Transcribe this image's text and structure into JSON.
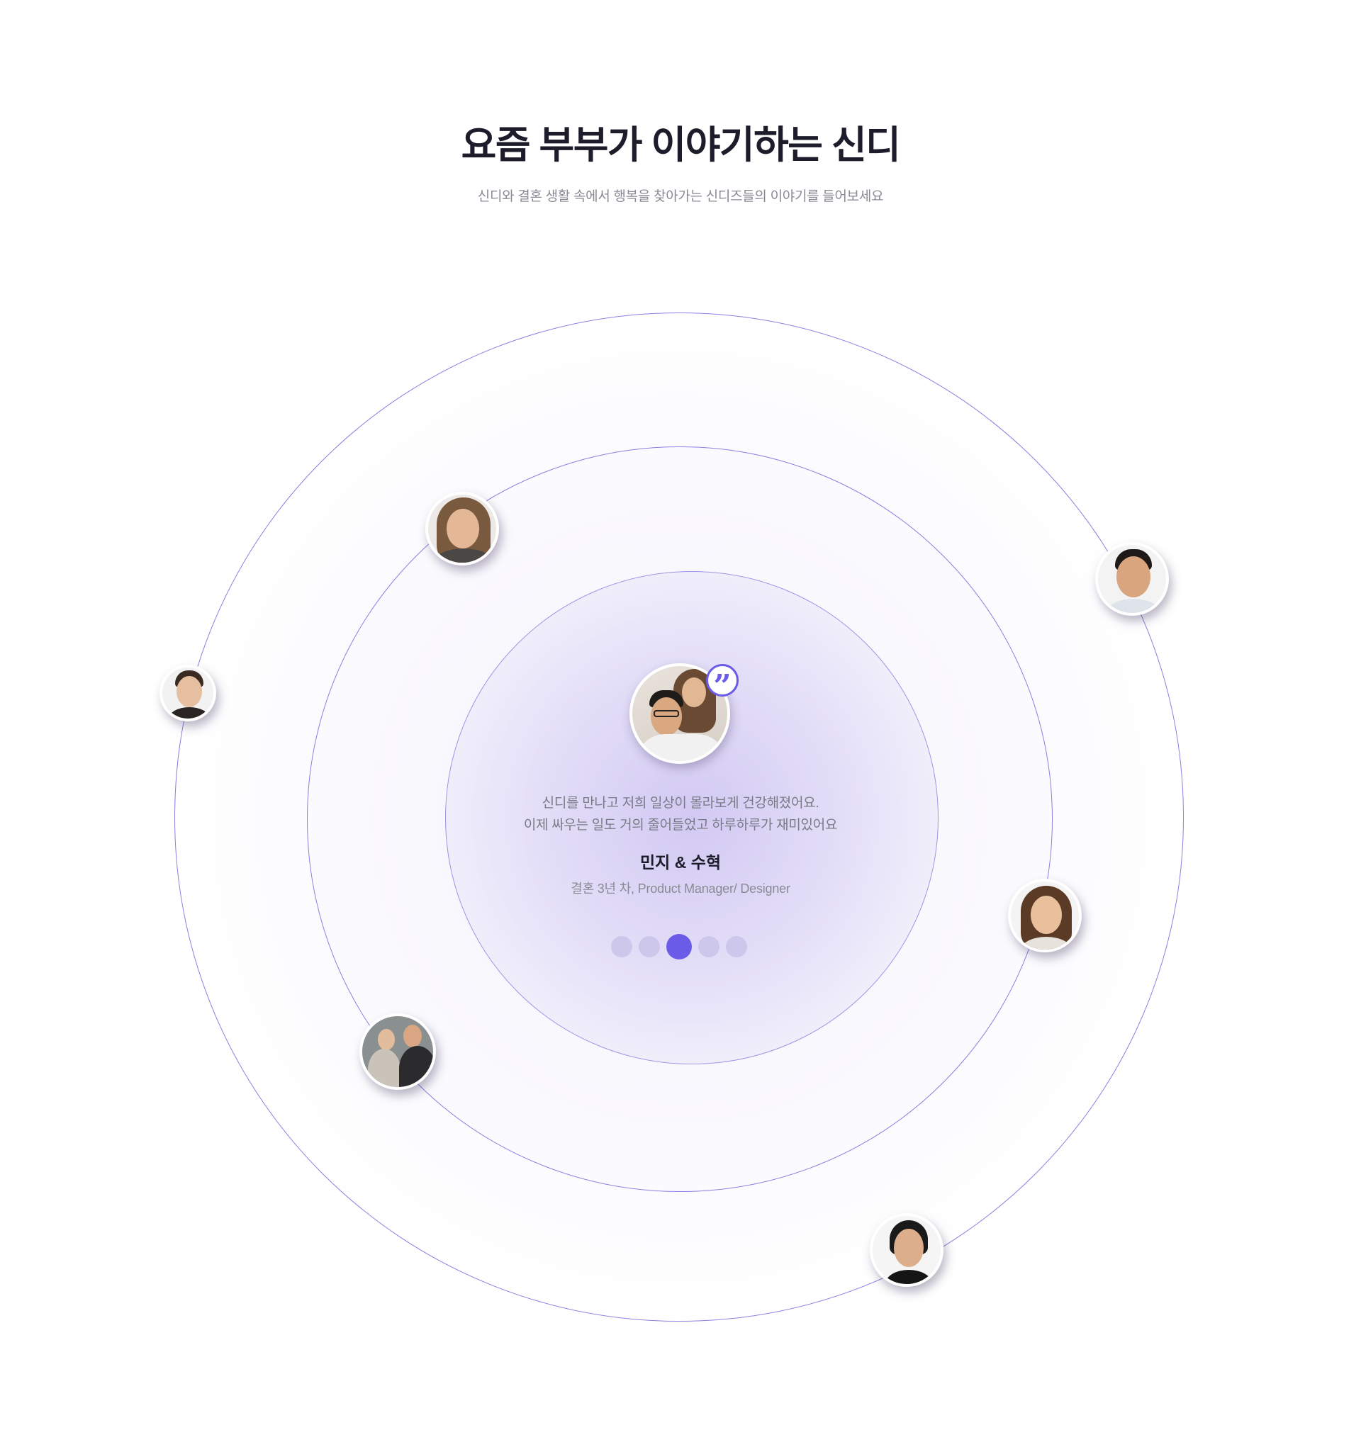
{
  "section": {
    "title": "요즘 부부가 이야기하는 신디",
    "subtitle": "신디와 결혼 생활 속에서 행복을 찾아가는 신디즈들의 이야기를 들어보세요"
  },
  "colors": {
    "accent": "#6b5ce7",
    "orbit_line": "#8a80e0",
    "dot_inactive": "#cdc7ec",
    "title_text": "#1c1c2b",
    "muted_text": "#8a8a95"
  },
  "testimonial": {
    "quote_line_1": "신디를 만나고 저희 일상이 몰라보게 건강해졌어요.",
    "quote_line_2": "이제 싸우는 일도 거의 줄어들었고 하루하루가 재미있어요",
    "author": "민지 & 수혁",
    "meta": "결혼 3년 차, Product Manager/ Designer",
    "quote_icon": "quote-icon"
  },
  "pagination": {
    "total": 5,
    "active_index": 2
  },
  "orbit_avatars": [
    {
      "name": "avatar-woman-long-hair"
    },
    {
      "name": "avatar-man-smiling"
    },
    {
      "name": "avatar-young-man"
    },
    {
      "name": "avatar-woman-smiling"
    },
    {
      "name": "avatar-couple-cooking"
    },
    {
      "name": "avatar-woman-short-hair"
    }
  ]
}
